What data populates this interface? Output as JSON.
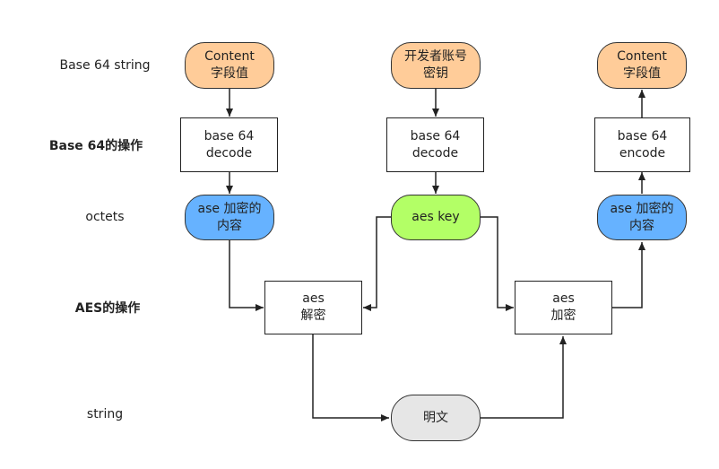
{
  "row_labels": {
    "base64_string": "Base 64 string",
    "base64_ops": "Base 64的操作",
    "octets": "octets",
    "aes_ops": "AES的操作",
    "string": "string"
  },
  "nodes": {
    "content_left": {
      "line1": "Content",
      "line2": "字段值"
    },
    "dev_key": {
      "line1": "开发者账号",
      "line2": "密钥"
    },
    "content_right": {
      "line1": "Content",
      "line2": "字段值"
    },
    "decode_left": {
      "line1": "base 64",
      "line2": "decode"
    },
    "decode_mid": {
      "line1": "base 64",
      "line2": "decode"
    },
    "encode_right": {
      "line1": "base 64",
      "line2": "encode"
    },
    "cipher_left": {
      "line1": "ase 加密的",
      "line2": "内容"
    },
    "aes_key": {
      "line1": "aes key"
    },
    "cipher_right": {
      "line1": "ase 加密的",
      "line2": "内容"
    },
    "aes_decrypt": {
      "line1": "aes",
      "line2": "解密"
    },
    "aes_encrypt": {
      "line1": "aes",
      "line2": "加密"
    },
    "plaintext": {
      "line1": "明文"
    }
  },
  "colors": {
    "content": "#ffcc99",
    "cipher": "#66b2ff",
    "key": "#b3ff66",
    "plaintext": "#e6e6e6",
    "stroke": "#222222"
  }
}
